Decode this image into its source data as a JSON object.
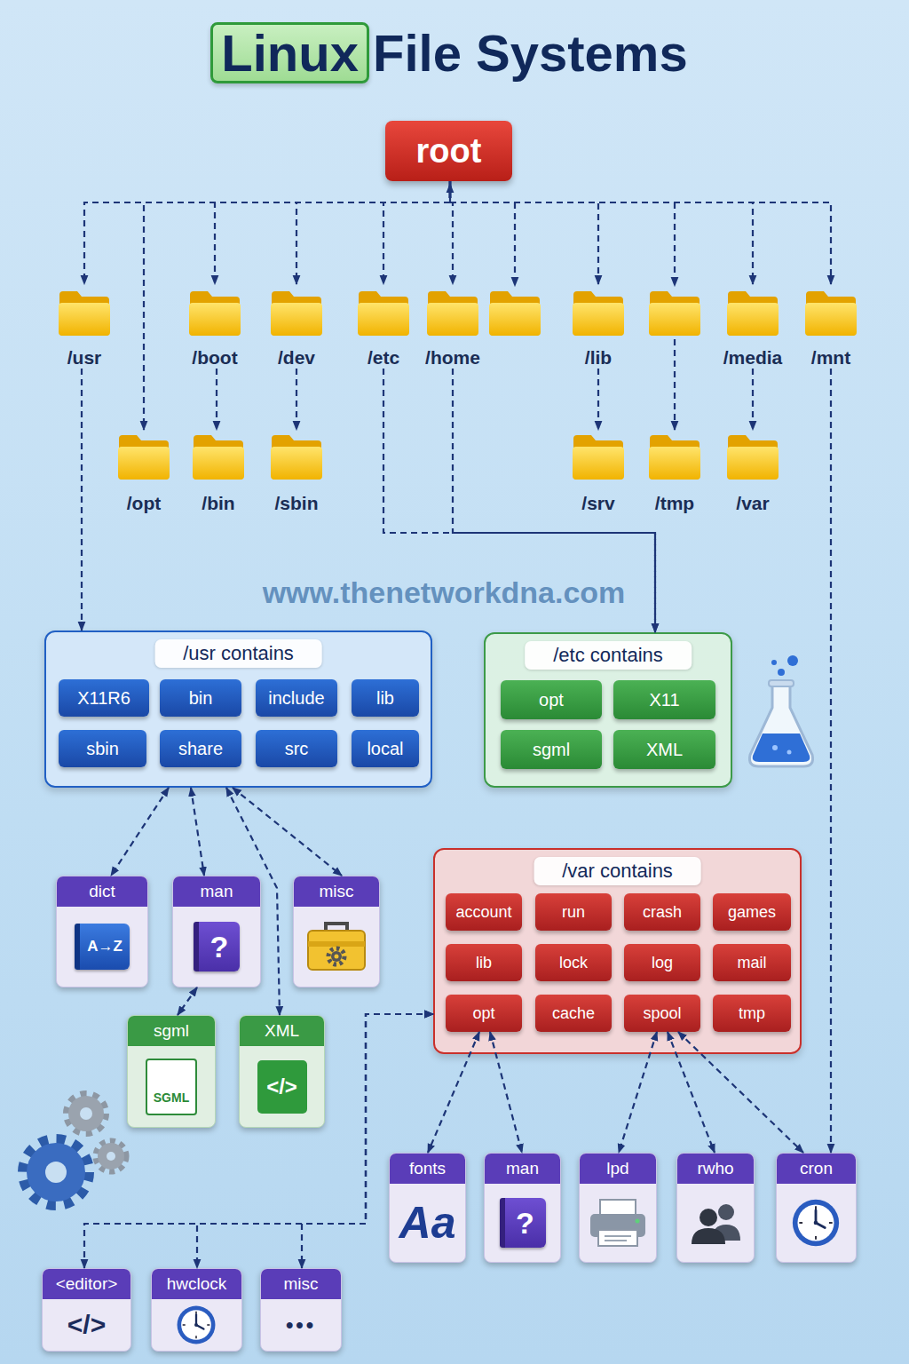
{
  "diagram": {
    "title": "Linux File Systems",
    "nodes": [
      {
        "text": [
          "root"
        ]
      },
      {
        "text": [
          "/usr"
        ]
      },
      {
        "text": [
          "/boot"
        ]
      },
      {
        "text": [
          "/dev"
        ]
      },
      {
        "text": [
          "/etc"
        ]
      },
      {
        "text": [
          "/home"
        ]
      },
      {
        "text": [
          "/lib"
        ]
      },
      {
        "text": [
          "/media"
        ]
      },
      {
        "text": [
          "/mnt"
        ]
      },
      {
        "text": [
          "/opt"
        ]
      },
      {
        "text": [
          "/bin"
        ]
      },
      {
        "text": [
          "/sbin"
        ]
      },
      {
        "text": [
          "/srv"
        ]
      },
      {
        "text": [
          "/tmp"
        ]
      },
      {
        "text": [
          "/var"
        ]
      },
      {
        "text": [
          "/usr contains"
        ]
      },
      {
        "text": [
          "X11R6"
        ],
        "in": 15
      },
      {
        "text": [
          "bin"
        ],
        "in": 15
      },
      {
        "text": [
          "include"
        ],
        "in": 15
      },
      {
        "text": [
          "lib"
        ],
        "in": 15
      },
      {
        "text": [
          "sbin"
        ],
        "in": 15
      },
      {
        "text": [
          "share"
        ],
        "in": 15
      },
      {
        "text": [
          "src"
        ],
        "in": 15
      },
      {
        "text": [
          "local"
        ],
        "in": 15
      },
      {
        "text": [
          "/etc contains"
        ]
      },
      {
        "text": [
          "opt"
        ],
        "in": 24
      },
      {
        "text": [
          "X11"
        ],
        "in": 24
      },
      {
        "text": [
          "sgml"
        ],
        "in": 24
      },
      {
        "text": [
          "XML"
        ],
        "in": 24
      },
      {
        "text": [
          "dict",
          "A→Z"
        ]
      },
      {
        "text": [
          "man",
          "?"
        ]
      },
      {
        "text": [
          "misc"
        ]
      },
      {
        "text": [
          "/var contains"
        ]
      },
      {
        "text": [
          "account"
        ],
        "in": 32
      },
      {
        "text": [
          "run"
        ],
        "in": 32
      },
      {
        "text": [
          "crash"
        ],
        "in": 32
      },
      {
        "text": [
          "games"
        ],
        "in": 32
      },
      {
        "text": [
          "lib"
        ],
        "in": 32
      },
      {
        "text": [
          "lock"
        ],
        "in": 32
      },
      {
        "text": [
          "log"
        ],
        "in": 32
      },
      {
        "text": [
          "mail"
        ],
        "in": 32
      },
      {
        "text": [
          "opt"
        ],
        "in": 32
      },
      {
        "text": [
          "cache"
        ],
        "in": 32
      },
      {
        "text": [
          "spool"
        ],
        "in": 32
      },
      {
        "text": [
          "tmp"
        ],
        "in": 32
      },
      {
        "text": [
          "sgml",
          "SGML"
        ]
      },
      {
        "text": [
          "XML",
          "</>"
        ]
      },
      {
        "text": [
          "fonts",
          "Aa"
        ]
      },
      {
        "text": [
          "man",
          "?"
        ]
      },
      {
        "text": [
          "lpd"
        ]
      },
      {
        "text": [
          "rwho"
        ]
      },
      {
        "text": [
          "cron"
        ]
      },
      {
        "text": [
          "<editor>",
          "</>"
        ]
      },
      {
        "text": [
          "hwclock"
        ]
      },
      {
        "text": [
          "misc",
          "•••"
        ]
      }
    ],
    "edges": [
      {
        "from": 0,
        "to": 1,
        "arrow": "to"
      },
      {
        "from": 0,
        "to": 2,
        "arrow": "to"
      },
      {
        "from": 0,
        "to": 3,
        "arrow": "to"
      },
      {
        "from": 0,
        "to": 4,
        "arrow": "to"
      },
      {
        "from": 0,
        "to": 5,
        "arrow": "to"
      },
      {
        "from": 0,
        "to": 6,
        "arrow": "to"
      },
      {
        "from": 0,
        "to": 7,
        "arrow": "to"
      },
      {
        "from": 0,
        "to": 8,
        "arrow": "to"
      },
      {
        "from": 0,
        "to": 9,
        "arrow": "to"
      },
      {
        "from": 2,
        "to": 10,
        "arrow": "to"
      },
      {
        "from": 3,
        "to": 11,
        "arrow": "to"
      },
      {
        "from": 6,
        "to": 12,
        "arrow": "to"
      },
      {
        "from": 7,
        "to": 14,
        "arrow": "to"
      },
      {
        "from": 1,
        "to": 15,
        "arrow": "to"
      },
      {
        "from": 4,
        "to": 24,
        "arrow": "to"
      },
      {
        "from": 5,
        "to": 24,
        "arrow": "to"
      },
      {
        "from": 8,
        "to": 51,
        "arrow": "to"
      },
      {
        "from": 15,
        "to": 29,
        "arrow": "both"
      },
      {
        "from": 15,
        "to": 30,
        "arrow": "both"
      },
      {
        "from": 15,
        "to": 31,
        "arrow": "both"
      },
      {
        "from": 15,
        "to": 46,
        "arrow": "both"
      },
      {
        "from": 30,
        "to": 45,
        "arrow": "both"
      },
      {
        "from": 41,
        "to": 47,
        "arrow": "both"
      },
      {
        "from": 41,
        "to": 48,
        "arrow": "both"
      },
      {
        "from": 43,
        "to": 49,
        "arrow": "both"
      },
      {
        "from": 43,
        "to": 50,
        "arrow": "both"
      },
      {
        "from": 43,
        "to": 51,
        "arrow": "both"
      },
      {
        "from": 32,
        "to": 52,
        "arrow": "both"
      },
      {
        "from": 32,
        "to": 53,
        "arrow": "both"
      },
      {
        "from": 32,
        "to": 54,
        "arrow": "both"
      }
    ],
    "labels": [
      "www.thenetworkdna.com"
    ]
  }
}
